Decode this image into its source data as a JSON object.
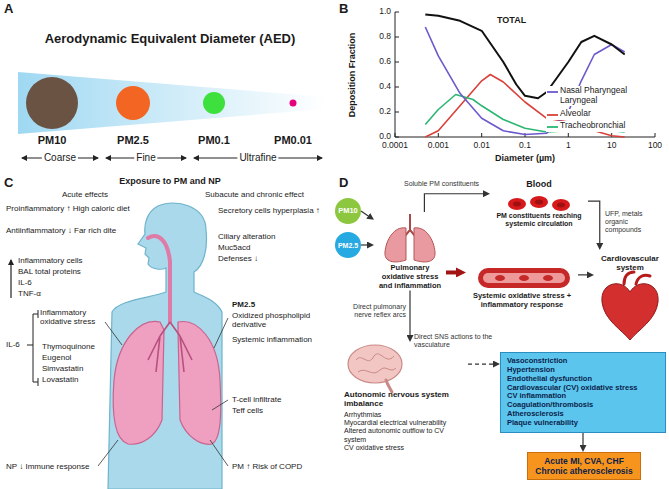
{
  "diagram": {
    "nodes": [
      {
        "text": [
          "PM10"
        ]
      },
      {
        "text": [
          "PM2.5"
        ]
      },
      {
        "text": [
          "Pulmonary oxidative stress and inflammation"
        ]
      },
      {
        "text": [
          "Blood",
          "PM constituents reaching systemic circulation"
        ]
      },
      {
        "text": [
          "Cardiovascular system"
        ]
      },
      {
        "text": [
          "Systemic oxidative stress + inflammatory response"
        ]
      },
      {
        "text": [
          "Autonomic nervous system imbalance",
          "Arrhythmias",
          "Myocardial electrical vulnerability",
          "Altered autonomic outflow to CV system",
          "CV oxidative stress"
        ]
      },
      {
        "text": [
          "Vasoconstriction",
          "Hypertension",
          "Endothelial dysfunction",
          "Cardiovascular (CV) oxidative stress",
          "CV inflammation",
          "Coagulation/thrombosis",
          "Atherosclerosis",
          "Plaque vulnerability"
        ]
      },
      {
        "text": [
          "Acute MI, CVA, CHF",
          "Chronic atherosclerosis"
        ]
      }
    ],
    "edges": [
      {
        "from": 0,
        "to": 2,
        "arrow": "to"
      },
      {
        "from": 1,
        "to": 2,
        "arrow": "to"
      },
      {
        "from": 2,
        "to": 3,
        "label": "Soluble PM constituents",
        "arrow": "to"
      },
      {
        "from": 3,
        "to": 4,
        "label": "UFP, metals organic compounds",
        "arrow": "to"
      },
      {
        "from": 2,
        "to": 5,
        "arrow": "to"
      },
      {
        "from": 5,
        "to": 4,
        "arrow": "to"
      },
      {
        "from": 2,
        "to": 6,
        "label": "Direct pulmonary nerve reflex arcs",
        "arrow": "to"
      },
      {
        "from": 6,
        "to": 7,
        "label": "Direct SNS actions to the vasculature",
        "arrow": "to"
      },
      {
        "from": 7,
        "to": 8,
        "arrow": "to"
      }
    ],
    "labels": [
      "A",
      "Aerodynamic Equivalent Diameter (AED)",
      "PM10",
      "PM2.5",
      "PM0.1",
      "PM0.01",
      "Coarse",
      "Fine",
      "Ultrafine",
      "B",
      "TOTAL",
      "Deposition Fraction",
      "Diameter (µm)",
      "0.0",
      "0.2",
      "0.4",
      "0.6",
      "0.8",
      "1.0",
      "0.0001",
      "0.001",
      "0.01",
      "0.1",
      "1",
      "10",
      "100",
      "C",
      "Exposure to PM and NP",
      "Acute effects",
      "Subacute and chronic effect",
      "Proinflammatory ↑ High caloric diet",
      "Antiinflammatory ↓ Far rich dite",
      "Inflammatory cells",
      "BAL total proteins",
      "IL-6",
      "TNF-α",
      "Inflammatory oxidative stress",
      "IL-6",
      "Thymoquinone",
      "Eugenol",
      "Simvastatin",
      "Lovastatin",
      "NP ↓ Immune response",
      "Secretory cells hyperplasia ↑",
      "Ciliary alteration",
      "Muc5acd",
      "Defenses ↓",
      "PM2.5",
      "Oxidized phospholipid derivative",
      "Systemic inflammation",
      "T-cell infiltrate",
      "Teff cells",
      "PM ↑ Risk of COPD",
      "D"
    ],
    "legend": [
      {
        "text": "Nasal Pharyngeal Laryngeal"
      },
      {
        "text": "Alveolar"
      },
      {
        "text": "Tracheobronchial"
      }
    ]
  }
}
